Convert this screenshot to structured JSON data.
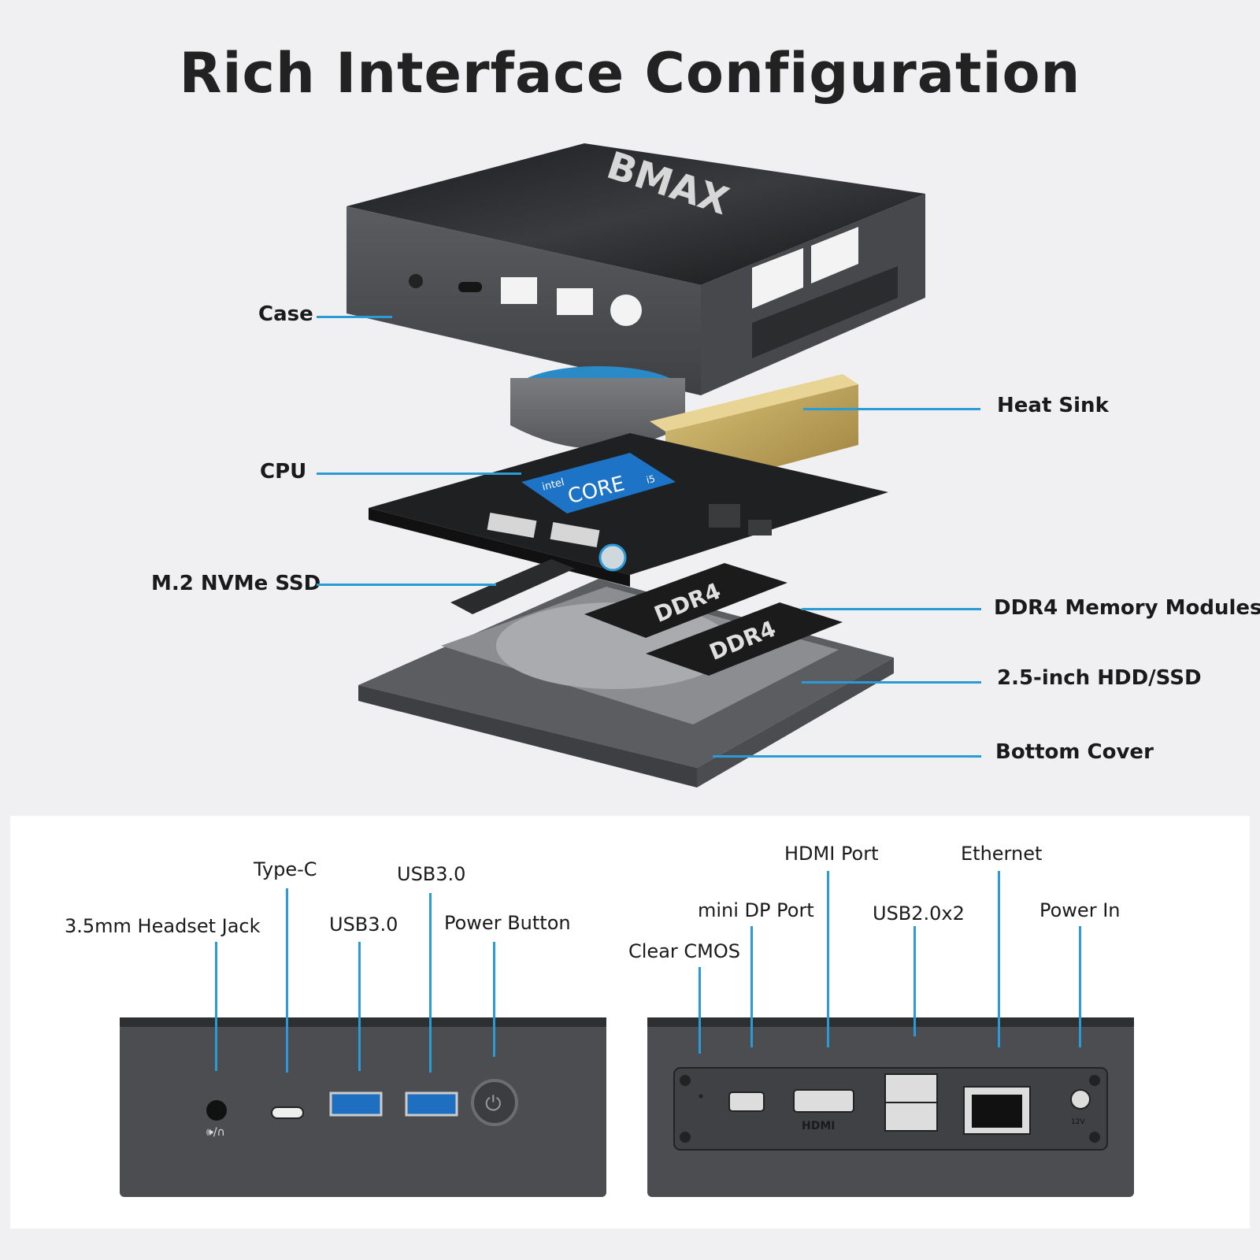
{
  "title": "Rich Interface Configuration",
  "brand_logo_text": "BMAX",
  "cpu_badge": {
    "brand": "intel",
    "text": "CORE",
    "tier": "i5"
  },
  "memory_text": "DDR4",
  "hdmi_logo": "HDMI",
  "power_in_marking": "12V",
  "accent_color": "#2b9bd8",
  "components": {
    "case": "Case",
    "heat_sink": "Heat Sink",
    "cpu": "CPU",
    "ssd": "M.2 NVMe SSD",
    "memory": "DDR4 Memory Modules",
    "hdd": "2.5-inch HDD/SSD",
    "bottom_cover": "Bottom Cover"
  },
  "front_ports": {
    "headset": "3.5mm Headset Jack",
    "typec": "Type-C",
    "usb_a": "USB3.0",
    "usb_b": "USB3.0",
    "power": "Power Button"
  },
  "rear_ports": {
    "cmos": "Clear CMOS",
    "minidp": "mini DP Port",
    "hdmi": "HDMI Port",
    "usb2": "USB2.0x2",
    "ethernet": "Ethernet",
    "power_in": "Power In"
  }
}
